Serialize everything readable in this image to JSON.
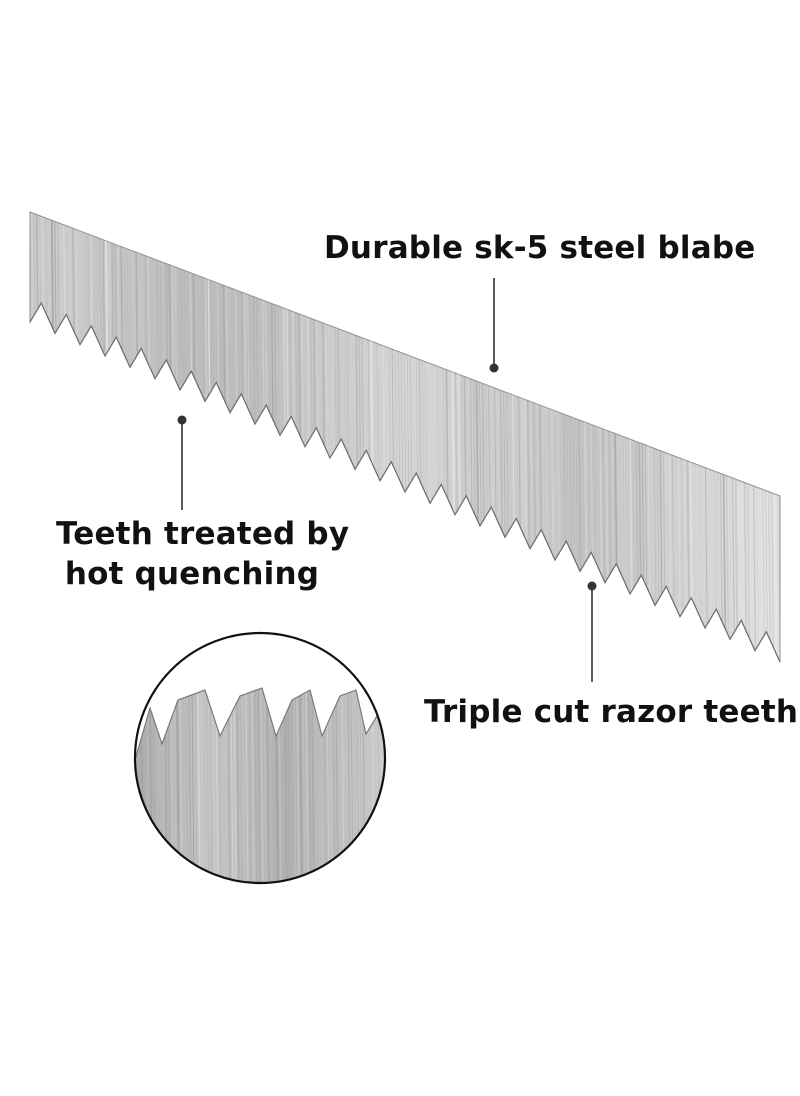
{
  "callouts": {
    "blade": "Durable sk-5 steel blabe",
    "teeth_line1": "Teeth treated by",
    "teeth_line2": "hot quenching",
    "razor": "Triple cut razor teeth"
  },
  "colors": {
    "background": "#ffffff",
    "steel_light": "#e2e2e2",
    "steel_dark": "#9d9d9d",
    "text": "#111111",
    "leader": "#333333"
  },
  "icons": {
    "blade": "saw-blade-illustration",
    "zoom": "magnified-teeth-circle"
  }
}
